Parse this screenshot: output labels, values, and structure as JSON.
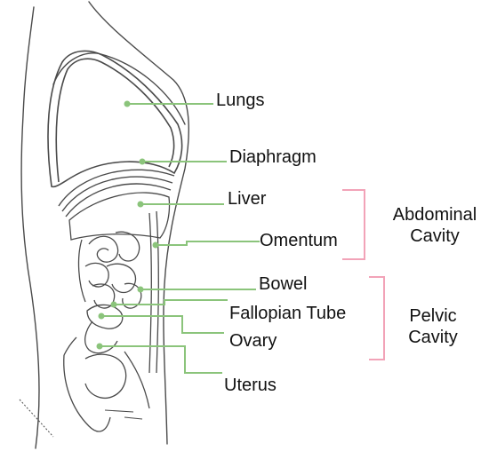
{
  "labels": {
    "lungs": "Lungs",
    "diaphragm": "Diaphragm",
    "liver": "Liver",
    "omentum": "Omentum",
    "bowel": "Bowel",
    "fallopian_tube": "Fallopian Tube",
    "ovary": "Ovary",
    "uterus": "Uterus"
  },
  "groups": {
    "abdominal": {
      "line1": "Abdominal",
      "line2": "Cavity"
    },
    "pelvic": {
      "line1": "Pelvic",
      "line2": "Cavity"
    }
  },
  "colors": {
    "leader": "#8bc47b",
    "bracket": "#f2a3b8",
    "outline": "#555555"
  }
}
